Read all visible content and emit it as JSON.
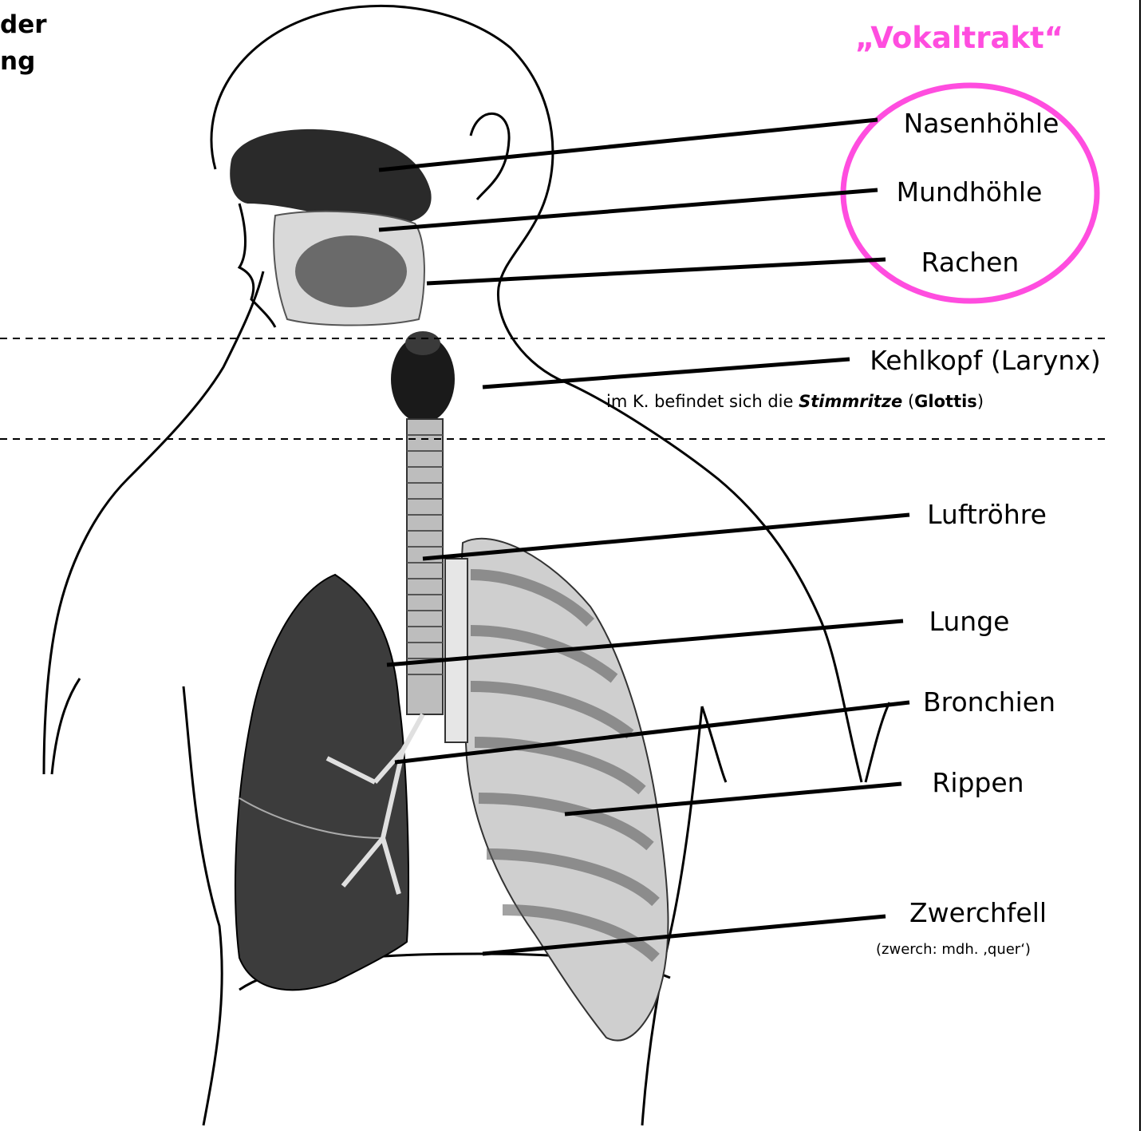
{
  "heading": {
    "line1": "der",
    "line2": "ng"
  },
  "vocal_tract": {
    "title": "„Vokaltrakt“",
    "color": "#ff4ddf"
  },
  "labels": {
    "nasal_cavity": "Nasenhöhle",
    "oral_cavity": "Mundhöhle",
    "pharynx": "Rachen",
    "larynx": "Kehlkopf (Larynx)",
    "larynx_note": {
      "pre": "im K. befindet sich die ",
      "stimmritze": "Stimmritze",
      "mid": " (",
      "glottis": "Glottis",
      "post": ")"
    },
    "trachea": "Luftröhre",
    "lung": "Lunge",
    "bronchi": "Bronchien",
    "ribs": "Rippen",
    "diaphragm": "Zwerchfell",
    "diaphragm_note": "(zwerch: mdh. ‚quer‘)"
  }
}
